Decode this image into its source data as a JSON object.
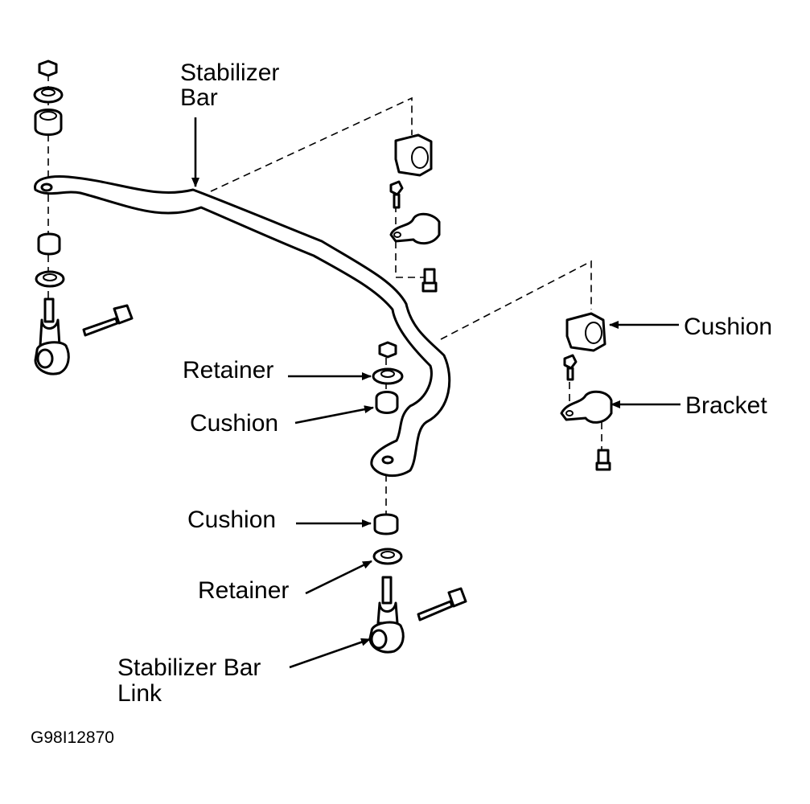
{
  "labels": {
    "stabilizer_bar_1": "Stabilizer",
    "stabilizer_bar_2": "Bar",
    "cushion_right": "Cushion",
    "bracket": "Bracket",
    "retainer_upper": "Retainer",
    "cushion_upper": "Cushion",
    "cushion_lower": "Cushion",
    "retainer_lower": "Retainer",
    "link_1": "Stabilizer Bar",
    "link_2": "Link"
  },
  "figure_code": "G98I12870"
}
